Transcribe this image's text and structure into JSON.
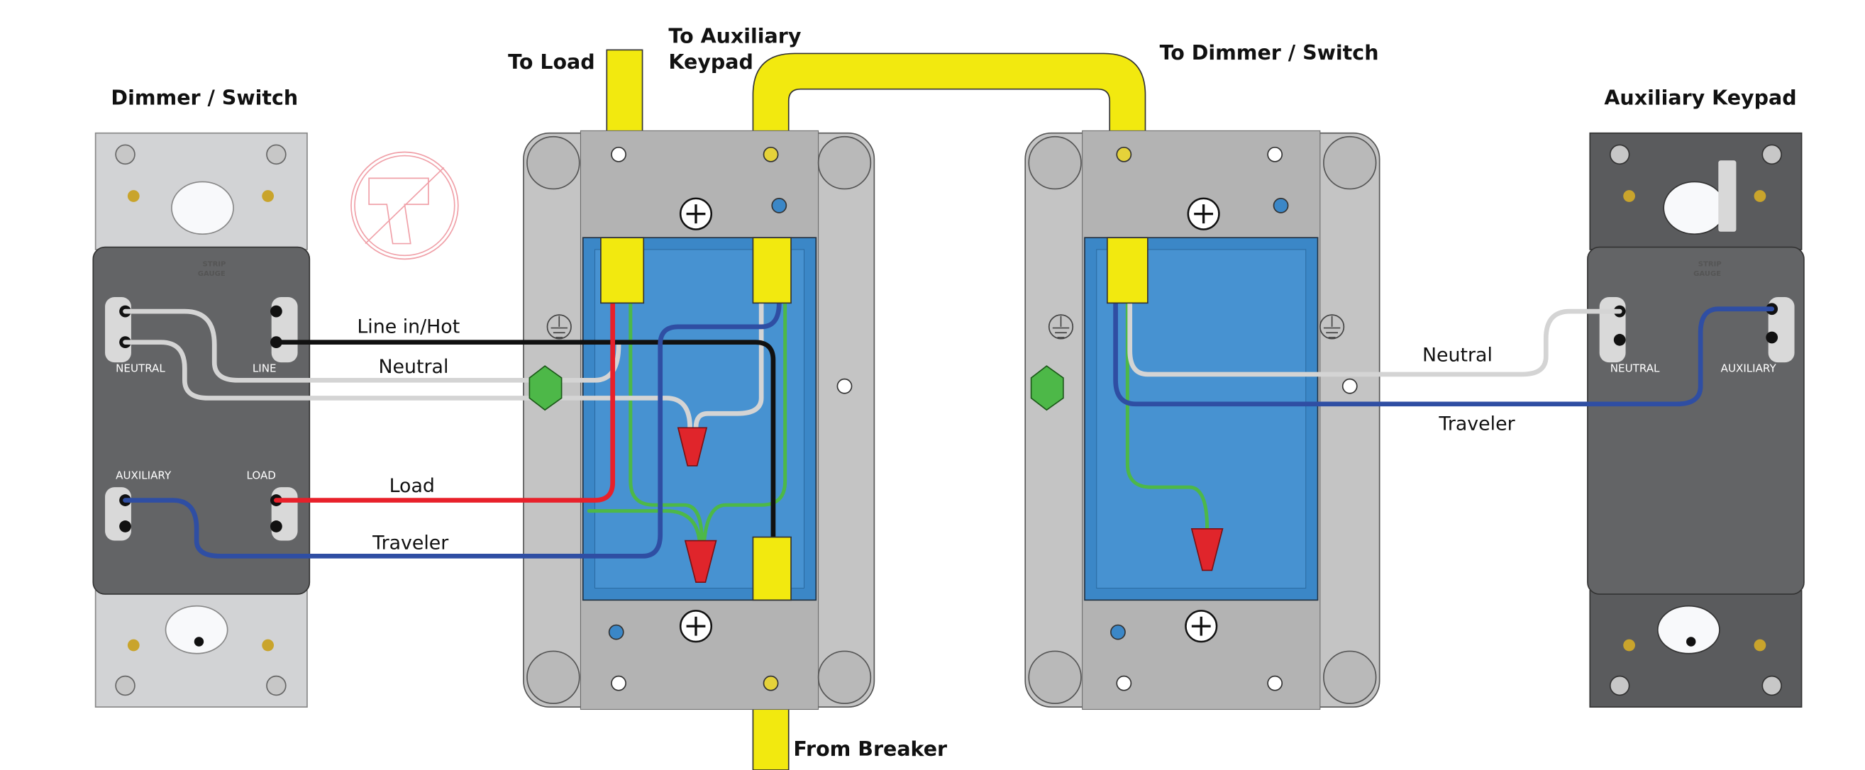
{
  "labels": {
    "dimmer_switch": "Dimmer / Switch",
    "auxiliary_keypad": "Auxiliary Keypad",
    "to_load": "To Load",
    "to_auxiliary_keypad_line1": "To Auxiliary",
    "to_auxiliary_keypad_line2": "Keypad",
    "to_dimmer_switch": "To Dimmer / Switch",
    "from_breaker": "From Breaker"
  },
  "wire_labels": {
    "line_in_hot": "Line in/Hot",
    "neutral_left": "Neutral",
    "load": "Load",
    "traveler_left": "Traveler",
    "neutral_right": "Neutral",
    "traveler_right": "Traveler"
  },
  "terminals": {
    "dimmer": {
      "neutral": "NEUTRAL",
      "line": "LINE",
      "auxiliary": "AUXILIARY",
      "load": "LOAD"
    },
    "keypad": {
      "neutral": "NEUTRAL",
      "auxiliary": "AUXILIARY"
    }
  },
  "strip_gauge": {
    "line1": "STRIP",
    "line2": "GAUGE"
  },
  "icons": [
    "no-drill-icon",
    "ground-symbol-icon",
    "wire-nut-icon",
    "screw-icon"
  ],
  "colors": {
    "hot": "#111111",
    "neutral": "#d4d4d4",
    "load": "#e8202a",
    "traveler": "#2f4ea3",
    "ground": "#4db848",
    "cable": "#f2e90f",
    "box_interior": "#3b87c7",
    "box_frame": "#bfbfbf",
    "dimmer_body": "#d2d3d5",
    "keypad_body": "#5a5b5d",
    "wire_nut": "#e0252b"
  }
}
